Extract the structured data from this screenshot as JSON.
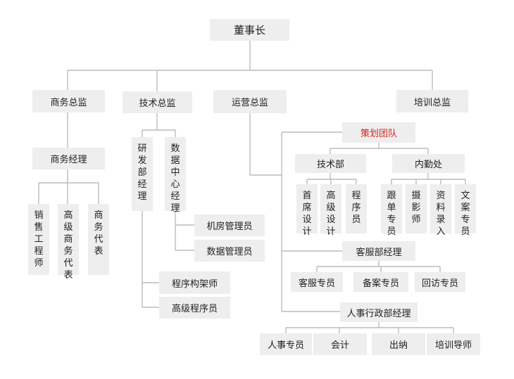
{
  "colors": {
    "box_bg": "#eeeeee",
    "line": "#bbbbbb",
    "text": "#222222",
    "highlight": "#d9251d"
  },
  "nodes": {
    "chairman": "董事长",
    "business_director": "商务总监",
    "tech_director": "技术总监",
    "ops_director": "运营总监",
    "training_director": "培训总监",
    "business_manager": "商务经理",
    "sales_engineer": "销售工程师",
    "senior_business_rep": "高级商务代表",
    "business_rep": "商务代表",
    "rd_manager": "研发部经理",
    "datacenter_manager": "数据中心经理",
    "server_room_admin": "机房管理员",
    "data_admin": "数据管理员",
    "program_architect": "程序构架师",
    "senior_programmer": "高级程序员",
    "planning_team": "策划团队",
    "tech_dept": "技术部",
    "internal_affairs": "内勤处",
    "chief_designer": "首席设计",
    "senior_designer": "高级设计",
    "programmer": "程序员",
    "order_follow": "跟单专员",
    "photographer": "摄影师",
    "data_entry": "资料录入",
    "copywriter": "文案专员",
    "cs_manager": "客服部经理",
    "cs_specialist": "客服专员",
    "filing_specialist": "备案专员",
    "followup_specialist": "回访专员",
    "hr_admin_manager": "人事行政部经理",
    "hr_specialist": "人事专员",
    "accountant": "会计",
    "cashier": "出纳",
    "training_instructor": "培训导师"
  }
}
